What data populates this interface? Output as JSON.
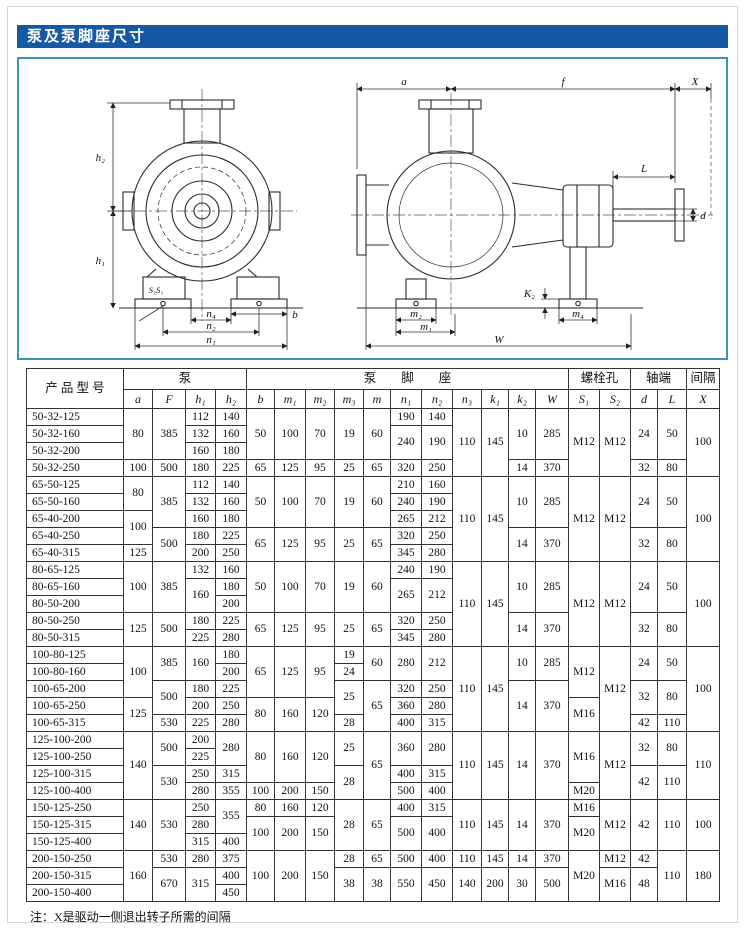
{
  "page": {
    "title": "泵及泵脚座尺寸",
    "note": "注：X是驱动一侧退出转子所需的间隔"
  },
  "diagram": {
    "labels": {
      "a": "a",
      "f": "f",
      "x": "X",
      "l": "L",
      "d": "d",
      "h1": "h₁",
      "h2": "h₂",
      "b": "b",
      "s2s1": "S₂S₁",
      "n4": "n₄",
      "n2": "n₂",
      "n1": "n₁",
      "m1": "m₁",
      "m2": "m₂",
      "m4": "m₄",
      "w": "W",
      "k2": "K₂"
    }
  },
  "table": {
    "group_headers": [
      {
        "label": "产 品 型 号",
        "colspan": 1,
        "rowspan": 2
      },
      {
        "label": "泵",
        "colspan": 4
      },
      {
        "label": "泵　　脚　　座",
        "colspan": 11
      },
      {
        "label": "螺栓孔",
        "colspan": 2
      },
      {
        "label": "轴端",
        "colspan": 2
      },
      {
        "label": "间隔",
        "colspan": 1
      }
    ],
    "columns": [
      "a",
      "F",
      "h₁",
      "h₂",
      "b",
      "m₁",
      "m₂",
      "m₃",
      "m",
      "n₁",
      "n₂",
      "n₃",
      "k₁",
      "k₂",
      "W",
      "S₁",
      "S₂",
      "d",
      "L",
      "X"
    ],
    "rows": [
      {
        "model": "50-32-125",
        "cells": [
          [
            "80",
            3
          ],
          [
            "385",
            3
          ],
          [
            "112"
          ],
          [
            "140"
          ],
          [
            "50",
            3
          ],
          [
            "100",
            3
          ],
          [
            "70",
            3
          ],
          [
            "19",
            3
          ],
          [
            "60",
            3
          ],
          [
            "190"
          ],
          [
            "140"
          ],
          [
            "110",
            4
          ],
          [
            "145",
            4
          ],
          [
            "10",
            3
          ],
          [
            "285",
            3
          ],
          [
            "M12",
            4
          ],
          [
            "M12",
            4
          ],
          [
            "24",
            3
          ],
          [
            "50",
            3
          ],
          [
            "100",
            4
          ]
        ]
      },
      {
        "model": "50-32-160",
        "cells": [
          [
            "132"
          ],
          [
            "160"
          ],
          [
            "240",
            2
          ],
          [
            "190",
            2
          ]
        ]
      },
      {
        "model": "50-32-200",
        "cells": [
          [
            "160"
          ],
          [
            "180"
          ]
        ]
      },
      {
        "model": "50-32-250",
        "cells": [
          [
            "100"
          ],
          [
            "500"
          ],
          [
            "180"
          ],
          [
            "225"
          ],
          [
            "65"
          ],
          [
            "125"
          ],
          [
            "95"
          ],
          [
            "25"
          ],
          [
            "65"
          ],
          [
            "320"
          ],
          [
            "250"
          ],
          [
            "14"
          ],
          [
            "370"
          ],
          [
            "32"
          ],
          [
            "80"
          ]
        ]
      },
      {
        "model": "65-50-125",
        "cells": [
          [
            "80",
            2
          ],
          [
            "385",
            3
          ],
          [
            "112"
          ],
          [
            "140"
          ],
          [
            "50",
            3
          ],
          [
            "100",
            3
          ],
          [
            "70",
            3
          ],
          [
            "19",
            3
          ],
          [
            "60",
            3
          ],
          [
            "210"
          ],
          [
            "160"
          ],
          [
            "110",
            5
          ],
          [
            "145",
            5
          ],
          [
            "10",
            3
          ],
          [
            "285",
            3
          ],
          [
            "M12",
            5
          ],
          [
            "M12",
            5
          ],
          [
            "24",
            3
          ],
          [
            "50",
            3
          ],
          [
            "100",
            5
          ]
        ]
      },
      {
        "model": "65-50-160",
        "cells": [
          [
            "132"
          ],
          [
            "160"
          ],
          [
            "240"
          ],
          [
            "190"
          ]
        ]
      },
      {
        "model": "65-40-200",
        "cells": [
          [
            "100",
            2
          ],
          [
            "160"
          ],
          [
            "180"
          ],
          [
            "265"
          ],
          [
            "212"
          ]
        ]
      },
      {
        "model": "65-40-250",
        "cells": [
          [
            "500",
            2
          ],
          [
            "180"
          ],
          [
            "225"
          ],
          [
            "65",
            2
          ],
          [
            "125",
            2
          ],
          [
            "95",
            2
          ],
          [
            "25",
            2
          ],
          [
            "65",
            2
          ],
          [
            "320"
          ],
          [
            "250"
          ],
          [
            "14",
            2
          ],
          [
            "370",
            2
          ],
          [
            "32",
            2
          ],
          [
            "80",
            2
          ]
        ]
      },
      {
        "model": "65-40-315",
        "cells": [
          [
            "125"
          ],
          [
            "200"
          ],
          [
            "250"
          ],
          [
            "345"
          ],
          [
            "280"
          ]
        ]
      },
      {
        "model": "80-65-125",
        "cells": [
          [
            "100",
            3
          ],
          [
            "385",
            3
          ],
          [
            "132"
          ],
          [
            "160"
          ],
          [
            "50",
            3
          ],
          [
            "100",
            3
          ],
          [
            "70",
            3
          ],
          [
            "19",
            3
          ],
          [
            "60",
            3
          ],
          [
            "240"
          ],
          [
            "190"
          ],
          [
            "110",
            5
          ],
          [
            "145",
            5
          ],
          [
            "10",
            3
          ],
          [
            "285",
            3
          ],
          [
            "M12",
            5
          ],
          [
            "M12",
            5
          ],
          [
            "24",
            3
          ],
          [
            "50",
            3
          ],
          [
            "100",
            5
          ]
        ]
      },
      {
        "model": "80-65-160",
        "cells": [
          [
            "160",
            2
          ],
          [
            "180"
          ],
          [
            "265",
            2
          ],
          [
            "212",
            2
          ]
        ]
      },
      {
        "model": "80-50-200",
        "cells": [
          [
            "200"
          ]
        ]
      },
      {
        "model": "80-50-250",
        "cells": [
          [
            "125",
            2
          ],
          [
            "500",
            2
          ],
          [
            "180"
          ],
          [
            "225"
          ],
          [
            "65",
            2
          ],
          [
            "125",
            2
          ],
          [
            "95",
            2
          ],
          [
            "25",
            2
          ],
          [
            "65",
            2
          ],
          [
            "320"
          ],
          [
            "250"
          ],
          [
            "14",
            2
          ],
          [
            "370",
            2
          ],
          [
            "32",
            2
          ],
          [
            "80",
            2
          ]
        ]
      },
      {
        "model": "80-50-315",
        "cells": [
          [
            "225"
          ],
          [
            "280"
          ],
          [
            "345"
          ],
          [
            "280"
          ]
        ]
      },
      {
        "model": "100-80-125",
        "cells": [
          [
            "100",
            3
          ],
          [
            "385",
            2
          ],
          [
            "160",
            2
          ],
          [
            "180"
          ],
          [
            "65",
            3
          ],
          [
            "125",
            3
          ],
          [
            "95",
            3
          ],
          [
            "19"
          ],
          [
            "60",
            2
          ],
          [
            "280",
            2
          ],
          [
            "212",
            2
          ],
          [
            "110",
            5
          ],
          [
            "145",
            5
          ],
          [
            "10",
            2
          ],
          [
            "285",
            2
          ],
          [
            "M12",
            3
          ],
          [
            "M12",
            5
          ],
          [
            "24",
            2
          ],
          [
            "50",
            2
          ],
          [
            "100",
            5
          ]
        ]
      },
      {
        "model": "100-80-160",
        "cells": [
          [
            "200"
          ],
          [
            "24"
          ]
        ]
      },
      {
        "model": "100-65-200",
        "cells": [
          [
            "500",
            2
          ],
          [
            "180"
          ],
          [
            "225"
          ],
          [
            "25",
            2
          ],
          [
            "65",
            3
          ],
          [
            "320"
          ],
          [
            "250"
          ],
          [
            "14",
            3
          ],
          [
            "370",
            3
          ],
          [
            "32",
            2
          ],
          [
            "80",
            2
          ]
        ]
      },
      {
        "model": "100-65-250",
        "cells": [
          [
            "125",
            2
          ],
          [
            "200"
          ],
          [
            "250"
          ],
          [
            "80",
            2
          ],
          [
            "160",
            2
          ],
          [
            "120",
            2
          ],
          [
            "360"
          ],
          [
            "280"
          ],
          [
            "M16",
            2
          ]
        ]
      },
      {
        "model": "100-65-315",
        "cells": [
          [
            "530"
          ],
          [
            "225"
          ],
          [
            "280"
          ],
          [
            "28"
          ],
          [
            "400"
          ],
          [
            "315"
          ],
          [
            "42"
          ],
          [
            "110"
          ]
        ]
      },
      {
        "model": "125-100-200",
        "cells": [
          [
            "140",
            4
          ],
          [
            "500",
            2
          ],
          [
            "200"
          ],
          [
            "280",
            2
          ],
          [
            "80",
            3
          ],
          [
            "160",
            3
          ],
          [
            "120",
            3
          ],
          [
            "25",
            2
          ],
          [
            "65",
            4
          ],
          [
            "360",
            2
          ],
          [
            "280",
            2
          ],
          [
            "110",
            4
          ],
          [
            "145",
            4
          ],
          [
            "14",
            4
          ],
          [
            "370",
            4
          ],
          [
            "M16",
            3
          ],
          [
            "M12",
            4
          ],
          [
            "32",
            2
          ],
          [
            "80",
            2
          ],
          [
            "110",
            4
          ]
        ]
      },
      {
        "model": "125-100-250",
        "cells": [
          [
            "225"
          ]
        ]
      },
      {
        "model": "125-100-315",
        "cells": [
          [
            "530",
            2
          ],
          [
            "250"
          ],
          [
            "315"
          ],
          [
            "28",
            2
          ],
          [
            "400"
          ],
          [
            "315"
          ],
          [
            "42",
            2
          ],
          [
            "110",
            2
          ]
        ]
      },
      {
        "model": "125-100-400",
        "cells": [
          [
            "280"
          ],
          [
            "355"
          ],
          [
            "100"
          ],
          [
            "200"
          ],
          [
            "150"
          ],
          [
            "500"
          ],
          [
            "400"
          ],
          [
            "M20"
          ]
        ]
      },
      {
        "model": "150-125-250",
        "cells": [
          [
            "140",
            3
          ],
          [
            "530",
            3
          ],
          [
            "250"
          ],
          [
            "355",
            2
          ],
          [
            "80"
          ],
          [
            "160"
          ],
          [
            "120"
          ],
          [
            "28",
            3
          ],
          [
            "65",
            3
          ],
          [
            "400"
          ],
          [
            "315"
          ],
          [
            "110",
            3
          ],
          [
            "145",
            3
          ],
          [
            "14",
            3
          ],
          [
            "370",
            3
          ],
          [
            "M16"
          ],
          [
            "M12",
            3
          ],
          [
            "42",
            3
          ],
          [
            "110",
            3
          ],
          [
            "100",
            3
          ]
        ]
      },
      {
        "model": "150-125-315",
        "cells": [
          [
            "280"
          ],
          [
            "100",
            2
          ],
          [
            "200",
            2
          ],
          [
            "150",
            2
          ],
          [
            "500",
            2
          ],
          [
            "400",
            2
          ],
          [
            "M20",
            2
          ]
        ]
      },
      {
        "model": "150-125-400",
        "cells": [
          [
            "315"
          ],
          [
            "400"
          ]
        ]
      },
      {
        "model": "200-150-250",
        "cells": [
          [
            "160",
            3
          ],
          [
            "530"
          ],
          [
            "280"
          ],
          [
            "375"
          ],
          [
            "100",
            3
          ],
          [
            "200",
            3
          ],
          [
            "150",
            3
          ],
          [
            "28"
          ],
          [
            "65"
          ],
          [
            "500"
          ],
          [
            "400"
          ],
          [
            "110"
          ],
          [
            "145"
          ],
          [
            "14"
          ],
          [
            "370"
          ],
          [
            "M20",
            3
          ],
          [
            "M12"
          ],
          [
            "42"
          ],
          [
            "110",
            3
          ],
          [
            "180",
            3
          ]
        ]
      },
      {
        "model": "200-150-315",
        "cells": [
          [
            "670",
            2
          ],
          [
            "315",
            2
          ],
          [
            "400"
          ],
          [
            "38",
            2
          ],
          [
            "38",
            2
          ],
          [
            "550",
            2
          ],
          [
            "450",
            2
          ],
          [
            "140",
            2
          ],
          [
            "200",
            2
          ],
          [
            "30",
            2
          ],
          [
            "500",
            2
          ],
          [
            "M16",
            2
          ],
          [
            "48",
            2
          ]
        ]
      },
      {
        "model": "200-150-400",
        "cells": [
          [
            "450"
          ]
        ]
      }
    ]
  }
}
